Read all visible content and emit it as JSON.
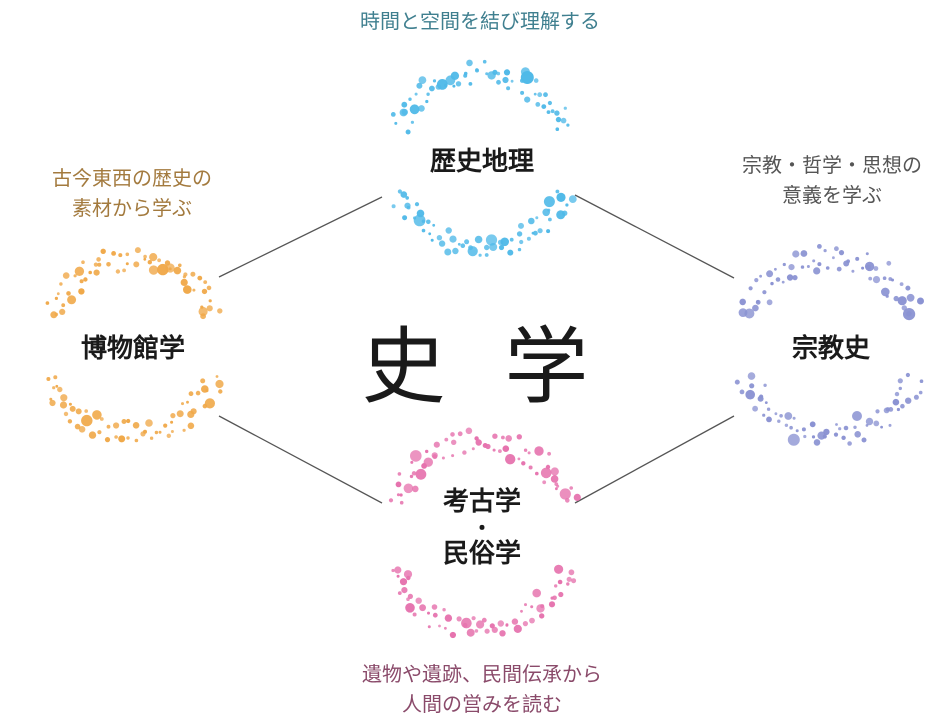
{
  "center": {
    "title": "史 学"
  },
  "colors": {
    "geography": "#4fb9e8",
    "museum": "#f0a848",
    "religion": "#8a92d2",
    "archaeology": "#e673ae",
    "connector": "#555555"
  },
  "nodes": {
    "geography": {
      "name": "歴史地理",
      "caption": "時間と空間を結び理解する"
    },
    "museum": {
      "name": "博物館学",
      "caption_line1": "古今東西の歴史の",
      "caption_line2": "素材から学ぶ"
    },
    "religion": {
      "name": "宗教史",
      "caption_line1": "宗教・哲学・思想の",
      "caption_line2": "意義を学ぶ"
    },
    "archaeology": {
      "name_line1": "考古学",
      "separator": "・",
      "name_line2": "民俗学",
      "caption_line1": "遺物や遺跡、民間伝承から",
      "caption_line2": "人間の営みを読む"
    }
  }
}
